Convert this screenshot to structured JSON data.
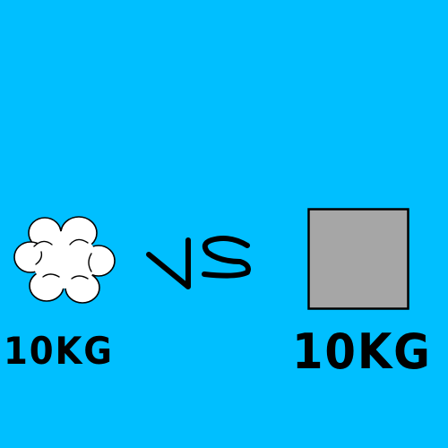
{
  "left_item": {
    "name": "cotton",
    "weight_label": "10KG"
  },
  "versus_label": "VS",
  "right_item": {
    "name": "block",
    "weight_label": "10KG"
  },
  "colors": {
    "background": "#00bfff",
    "cotton_fill": "#ffffff",
    "block_fill": "#a6a6a6",
    "outline": "#000000"
  }
}
